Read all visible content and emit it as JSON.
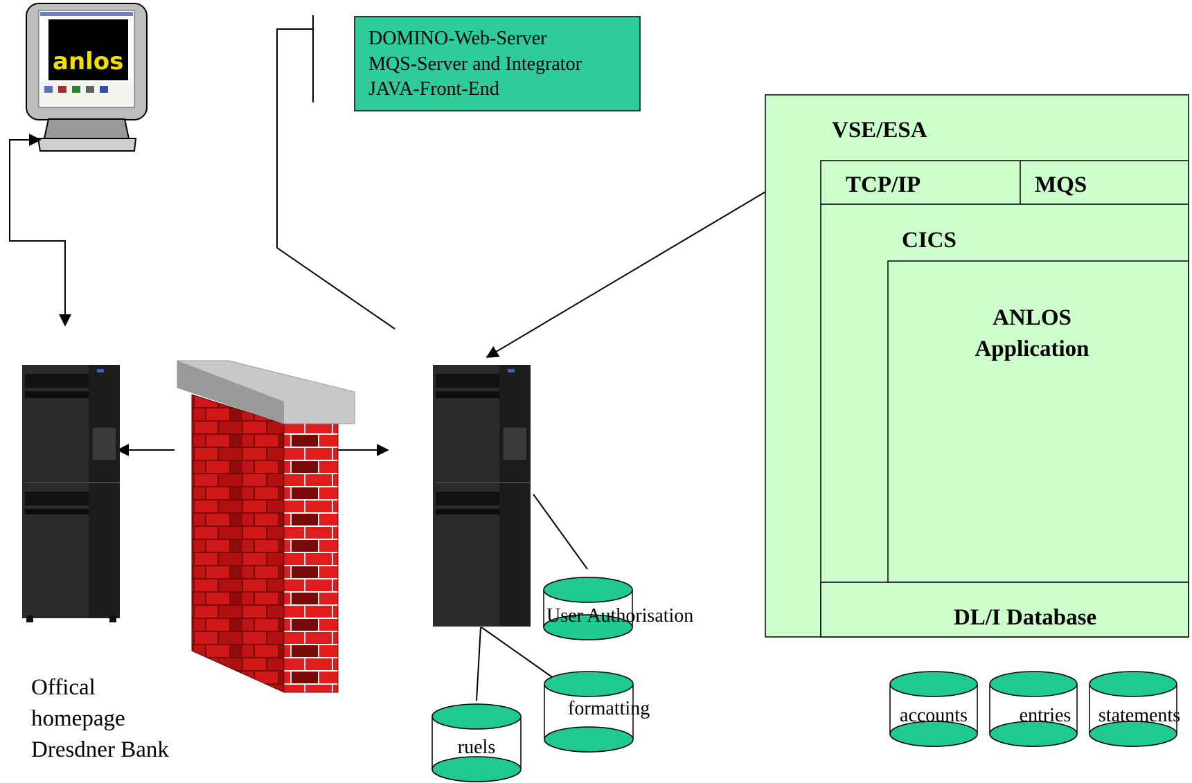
{
  "colors": {
    "server_box": "#2ecc9a",
    "vse_fill": "#ccffcc",
    "db_fill": "#1fc98f",
    "brick_red": "#d01818",
    "brick_dark": "#7a0a0a",
    "wall_cap": "#c8c8c8",
    "server_body": "#222222"
  },
  "server_info": {
    "lines": [
      "DOMINO-Web-Server",
      "MQS-Server and Integrator",
      "JAVA-Front-End"
    ]
  },
  "vse": {
    "title": "VSE/ESA",
    "tcpip": "TCP/IP",
    "mqs": "MQS",
    "cics": "CICS",
    "app_line1": "ANLOS",
    "app_line2": "Application",
    "dli": "DL/I Database"
  },
  "databases": {
    "user_auth": "User Authorisation",
    "formatting": "formatting",
    "rules": "ruels",
    "accounts": "accounts",
    "entries": "entries",
    "statements": "statements"
  },
  "homepage": {
    "line1": "Offical",
    "line2": "homepage",
    "line3": "Dresdner Bank"
  },
  "monitor_screen": {
    "logo": "anlos"
  },
  "icons": [
    "monitor-icon",
    "server-icon",
    "firewall-icon",
    "database-icon"
  ]
}
